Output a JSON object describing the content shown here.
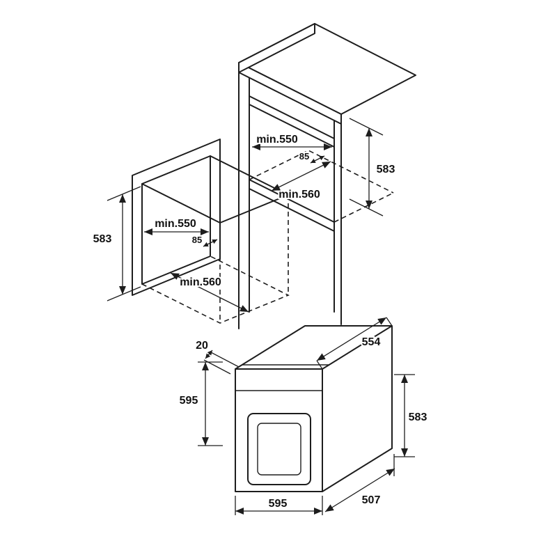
{
  "diagram": {
    "tall_cabinet": {
      "niche_width": "min.550",
      "recess": "85",
      "niche_height": "583",
      "niche_depth": "min.560"
    },
    "base_cabinet": {
      "niche_width": "min.550",
      "recess": "85",
      "niche_height": "583",
      "niche_depth": "min.560"
    },
    "oven": {
      "door_overhang": "20",
      "top_depth": "554",
      "front_height": "595",
      "rear_height": "583",
      "width": "595",
      "bottom_depth": "507"
    }
  }
}
